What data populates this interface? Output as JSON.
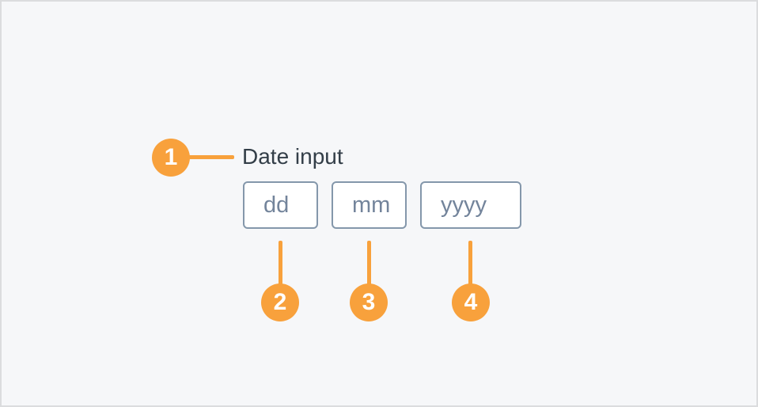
{
  "colors": {
    "canvas_bg": "#F6F7F9",
    "canvas_border": "#DBDCDE",
    "accent_orange": "#F8A13C",
    "label_text": "#333E48",
    "input_border": "#8497AB",
    "placeholder_text": "#73849B",
    "field_bg": "#FFFFFF"
  },
  "component": {
    "label": "Date input",
    "fields": [
      {
        "name": "day",
        "placeholder": "dd"
      },
      {
        "name": "month",
        "placeholder": "mm"
      },
      {
        "name": "year",
        "placeholder": "yyyy"
      }
    ]
  },
  "markers": [
    {
      "number": "1",
      "points_to": "Date input label"
    },
    {
      "number": "2",
      "points_to": "day field"
    },
    {
      "number": "3",
      "points_to": "month field"
    },
    {
      "number": "4",
      "points_to": "year field"
    }
  ]
}
